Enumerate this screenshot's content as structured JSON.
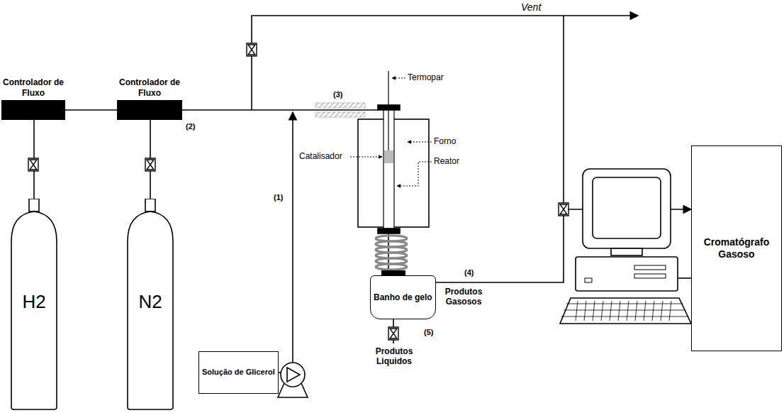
{
  "diagram": {
    "nodes": [
      {
        "text": [
          "Controlador de Fluxo"
        ]
      },
      {
        "text": [
          "Controlador de Fluxo"
        ]
      },
      {
        "text": [
          "H2"
        ]
      },
      {
        "text": [
          "N2"
        ]
      },
      {
        "text": [
          "Solução de Glicerol"
        ]
      },
      {
        "text": [
          "Banho de gelo"
        ]
      },
      {
        "text": [
          "Cromatógrafo Gasoso"
        ]
      }
    ],
    "edges": [
      {
        "from": 2,
        "to": 0,
        "arrow": "none"
      },
      {
        "from": 3,
        "to": 1,
        "arrow": "none"
      },
      {
        "from": 0,
        "to": 1,
        "arrow": "none"
      },
      {
        "from": 5,
        "to": 6,
        "arrow": "to"
      }
    ],
    "labels": [
      "Vent",
      "(1)",
      "(2)",
      "(3)",
      "Termopar",
      "Catalisador",
      "Forno",
      "Reator",
      "(4)",
      "Produtos Gasosos",
      "(5)",
      "Produtos Liquidos"
    ]
  }
}
